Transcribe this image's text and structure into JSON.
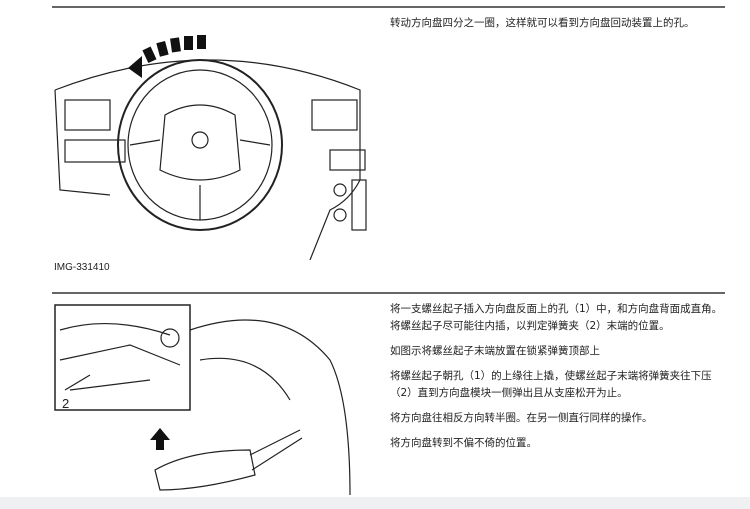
{
  "section1": {
    "text": "转动方向盘四分之一圈，这样就可以看到方向盘回动装置上的孔。",
    "image_caption": "IMG-331410"
  },
  "section2": {
    "paragraphs": [
      "将一支螺丝起子插入方向盘反面上的孔（1）中，和方向盘背面成直角。将螺丝起子尽可能往内插，以判定弹簧夹（2）末端的位置。",
      "如图示将螺丝起子末端放置在锁紧弹簧顶部上",
      "将螺丝起子朝孔（1）的上缘往上撬，使螺丝起子末端将弹簧夹往下压（2）直到方向盘模块一侧弹出且从支座松开为止。",
      "将方向盘往相反方向转半圈。在另一侧直行同样的操作。",
      "将方向盘转到不偏不倚的位置。"
    ],
    "callout_label": "2"
  }
}
